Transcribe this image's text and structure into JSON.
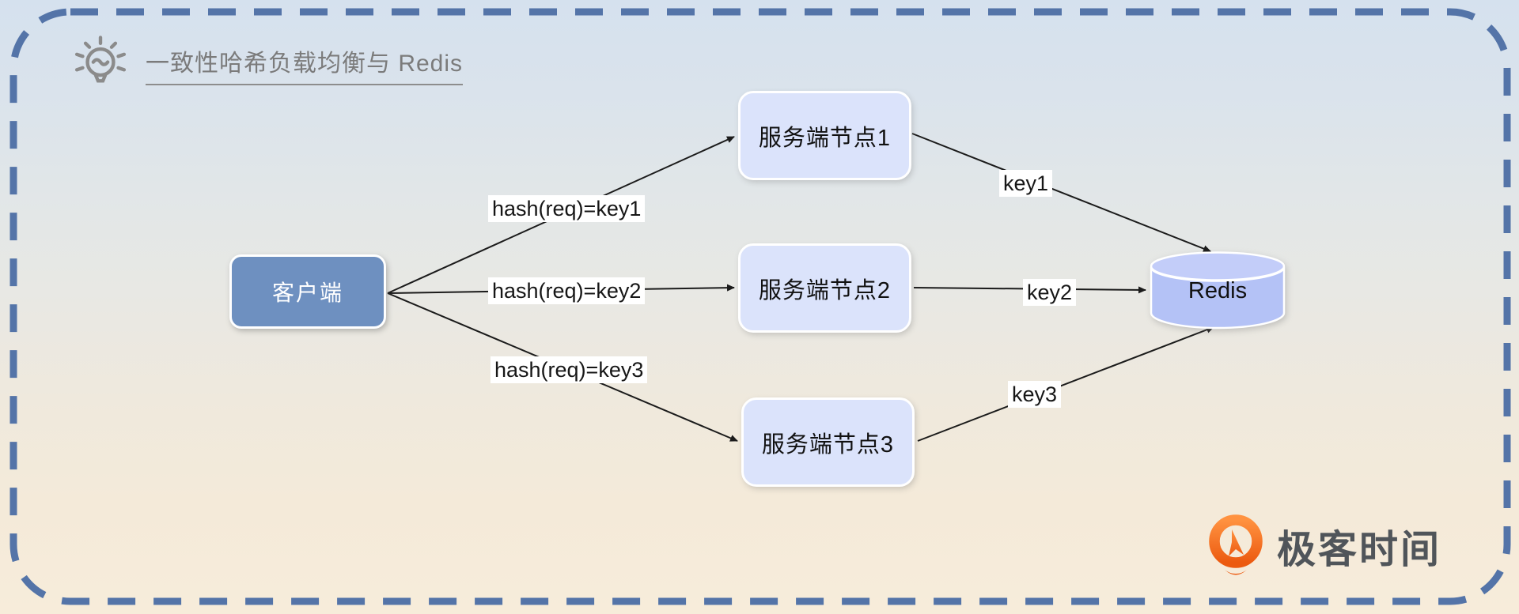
{
  "title": {
    "text": "一致性哈希负载均衡与 Redis"
  },
  "nodes": {
    "client": {
      "label": "客户端"
    },
    "server1": {
      "label": "服务端节点1"
    },
    "server2": {
      "label": "服务端节点2"
    },
    "server3": {
      "label": "服务端节点3"
    },
    "redis": {
      "label": "Redis"
    }
  },
  "labels": {
    "hash1": "hash(req)=key1",
    "hash2": "hash(req)=key2",
    "hash3": "hash(req)=key3",
    "key1": "key1",
    "key2": "key2",
    "key3": "key3"
  },
  "branding": {
    "logo_text": "极客时间"
  },
  "icons": {
    "title_icon": "lightbulb-icon",
    "brand_icon": "geektime-logo-icon",
    "redis_shape": "database-cylinder-icon"
  },
  "colors": {
    "frame_dash": "#5474a8",
    "client_fill": "#6e90c0",
    "server_fill": "#dbe3fb",
    "redis_fill": "#b4c2f6",
    "arrow": "#1b1b1b",
    "logo_orange": "#f1661a",
    "title_gray": "#7b7b7b",
    "bg_top": "#d5e1ee",
    "bg_bottom": "#f7ecda"
  }
}
